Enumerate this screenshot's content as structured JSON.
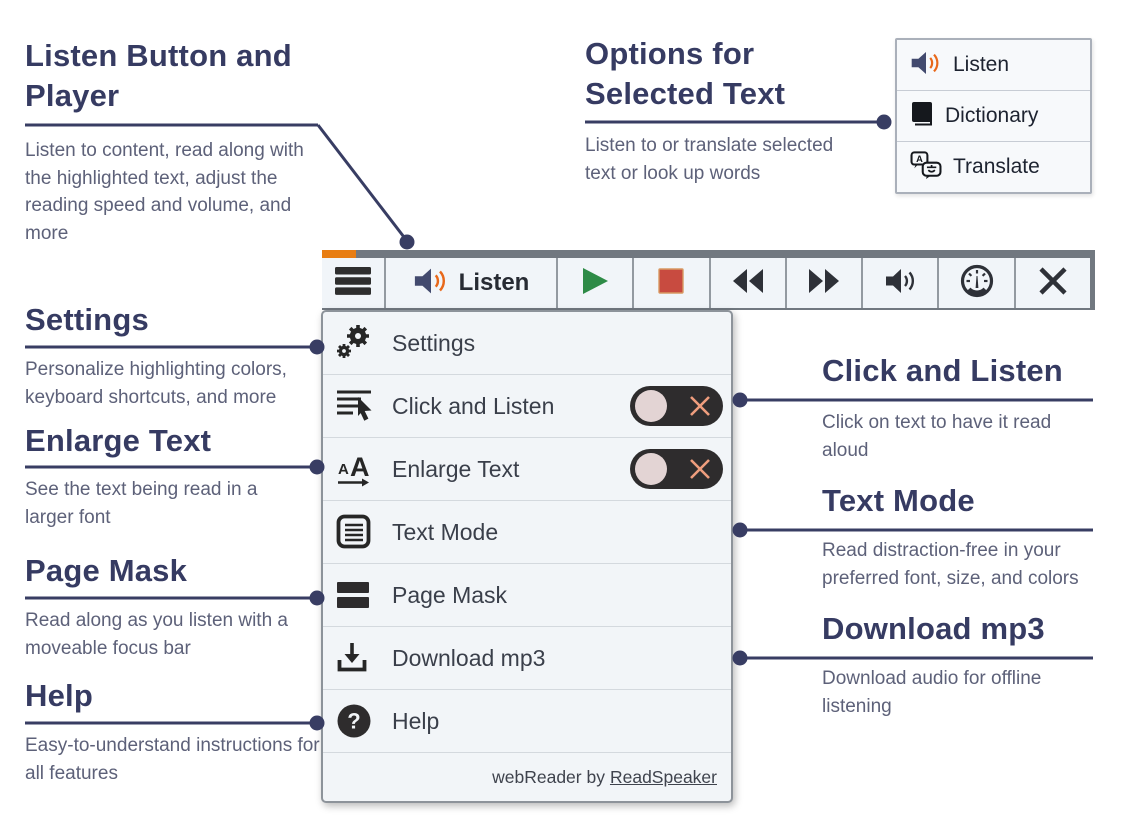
{
  "colors": {
    "heading_navy": "#363b62",
    "body_text": "#5d6179",
    "connector": "#383d63",
    "toolbar_frame_gray": "#717880",
    "progress_orange": "#e87d12",
    "button_bg": "#f1f5f9",
    "icon_dark": "#2e3138",
    "play_green": "#2e8b47",
    "stop_red": "#c84b40",
    "speaker_navy": "#424a6e",
    "speaker_wave_orange": "#e8681a",
    "toggle_pill": "#2e2c2d",
    "toggle_knob": "#e3d4d4",
    "toggle_x": "#ee9d7d"
  },
  "annotations": {
    "listen_player": {
      "title": "Listen Button and Player",
      "description": "Listen to content, read along with the highlighted text, adjust the reading speed and volume, and more"
    },
    "options_selected": {
      "title": "Options for Selected Text",
      "description": "Listen to or translate selected text or look up words"
    },
    "settings": {
      "title": "Settings",
      "description": "Personalize highlighting colors, keyboard shortcuts, and more"
    },
    "enlarge_text": {
      "title": "Enlarge Text",
      "description": "See the text being read in a larger font"
    },
    "page_mask": {
      "title": "Page Mask",
      "description": "Read along as you listen with a moveable focus bar"
    },
    "help": {
      "title": "Help",
      "description": "Easy-to-understand instructions for all features"
    },
    "click_listen": {
      "title": "Click and Listen",
      "description": "Click on text to have  it read aloud"
    },
    "text_mode": {
      "title": "Text Mode",
      "description": "Read distraction-free in your preferred font, size, and colors"
    },
    "download_mp3": {
      "title": "Download mp3",
      "description": "Download audio for offline listening"
    }
  },
  "selection_popup": {
    "items": [
      {
        "label": "Listen",
        "icon": "speaker-icon"
      },
      {
        "label": "Dictionary",
        "icon": "book-icon"
      },
      {
        "label": "Translate",
        "icon": "translate-icon"
      }
    ]
  },
  "toolbar": {
    "listen_label": "Listen",
    "buttons": [
      "menu",
      "listen",
      "play",
      "stop",
      "rewind",
      "fast-forward",
      "volume",
      "reading-speed",
      "close"
    ]
  },
  "menu": {
    "items": [
      {
        "label": "Settings",
        "icon": "gears-icon"
      },
      {
        "label": "Click and Listen",
        "icon": "click-listen-icon",
        "toggle": "off"
      },
      {
        "label": "Enlarge Text",
        "icon": "enlarge-text-icon",
        "toggle": "off"
      },
      {
        "label": "Text Mode",
        "icon": "document-icon"
      },
      {
        "label": "Page Mask",
        "icon": "mask-bars-icon"
      },
      {
        "label": "Download mp3",
        "icon": "download-icon"
      },
      {
        "label": "Help",
        "icon": "question-circle-icon"
      }
    ],
    "footer": {
      "text": "webReader by",
      "link": "ReadSpeaker"
    }
  }
}
